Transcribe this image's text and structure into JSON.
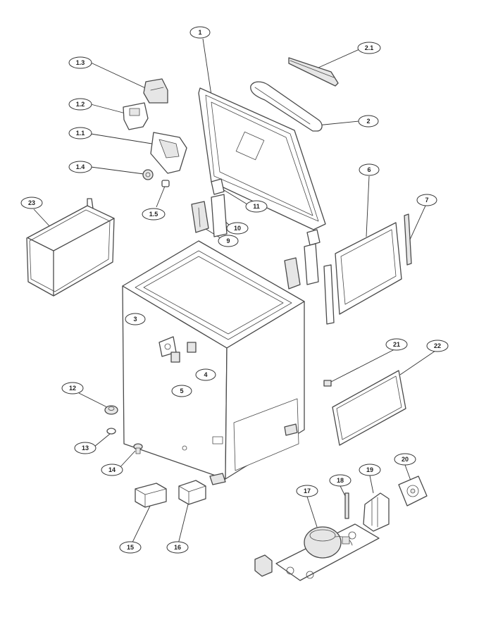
{
  "callouts": [
    {
      "id": "1",
      "label": "1"
    },
    {
      "id": "1.1",
      "label": "1.1"
    },
    {
      "id": "1.2",
      "label": "1.2"
    },
    {
      "id": "1.3",
      "label": "1.3"
    },
    {
      "id": "1.4",
      "label": "1.4"
    },
    {
      "id": "1.5",
      "label": "1.5"
    },
    {
      "id": "2",
      "label": "2"
    },
    {
      "id": "2.1",
      "label": "2.1"
    },
    {
      "id": "3",
      "label": "3"
    },
    {
      "id": "4",
      "label": "4"
    },
    {
      "id": "5",
      "label": "5"
    },
    {
      "id": "6",
      "label": "6"
    },
    {
      "id": "7",
      "label": "7"
    },
    {
      "id": "9",
      "label": "9"
    },
    {
      "id": "10",
      "label": "10"
    },
    {
      "id": "11",
      "label": "11"
    },
    {
      "id": "12",
      "label": "12"
    },
    {
      "id": "13",
      "label": "13"
    },
    {
      "id": "14",
      "label": "14"
    },
    {
      "id": "15",
      "label": "15"
    },
    {
      "id": "16",
      "label": "16"
    },
    {
      "id": "17",
      "label": "17"
    },
    {
      "id": "18",
      "label": "18"
    },
    {
      "id": "19",
      "label": "19"
    },
    {
      "id": "20",
      "label": "20"
    },
    {
      "id": "21",
      "label": "21"
    },
    {
      "id": "22",
      "label": "22"
    },
    {
      "id": "23",
      "label": "23"
    }
  ]
}
